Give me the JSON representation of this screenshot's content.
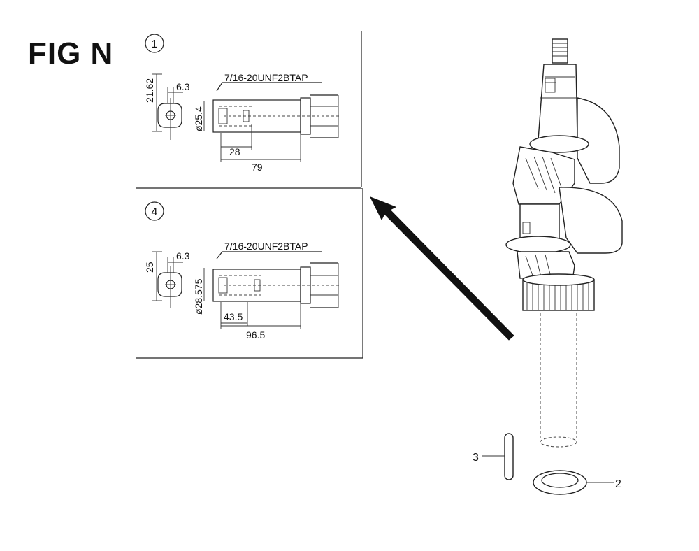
{
  "figure": {
    "title": "FIG N"
  },
  "detail_1": {
    "marker": "1",
    "thread": "7/16-20UNF2BTAP",
    "dim_height": "21.62",
    "dim_key": "6.3",
    "dim_diameter": "ø25.4",
    "dim_short": "28",
    "dim_long": "79"
  },
  "detail_4": {
    "marker": "4",
    "thread": "7/16-20UNF2BTAP",
    "dim_height": "25",
    "dim_key": "6.3",
    "dim_diameter": "ø28.575",
    "dim_short": "43.5",
    "dim_long": "96.5"
  },
  "callouts": [
    {
      "id": "3"
    },
    {
      "id": "2"
    }
  ]
}
